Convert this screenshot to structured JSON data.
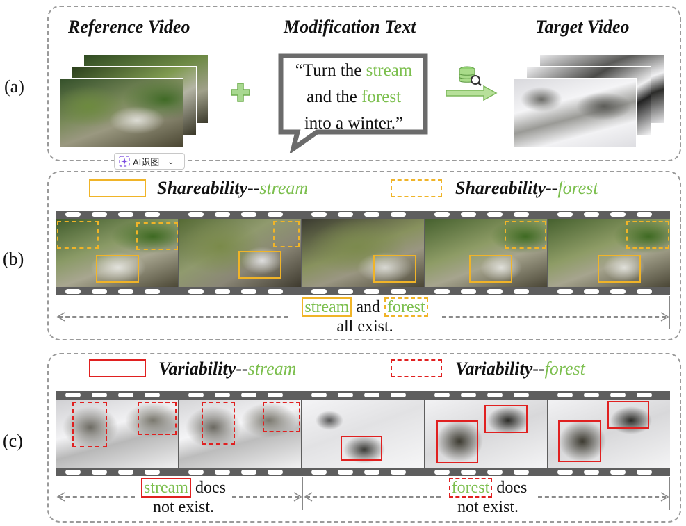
{
  "labels": {
    "a": "(a)",
    "b": "(b)",
    "c": "(c)"
  },
  "panel_a": {
    "reference_title": "Reference Video",
    "modification_title": "Modification Text",
    "target_title": "Target Video",
    "text_part1": "“Turn the ",
    "text_word1": "stream",
    "text_part2": "and the ",
    "text_word2": "forest",
    "text_part3": "into a winter.”",
    "ai_button_label": "AI识图"
  },
  "panel_b": {
    "legend1_prefix": "Shareability",
    "legend1_sep": "--",
    "legend1_word": "stream",
    "legend2_prefix": "Shareability",
    "legend2_sep": "--",
    "legend2_word": "forest",
    "caption_word1": "stream",
    "caption_and": "and",
    "caption_word2": "forest",
    "caption_line2": "all exist."
  },
  "panel_c": {
    "legend1_prefix": "Variability",
    "legend1_sep": "--",
    "legend1_word": "stream",
    "legend2_prefix": "Variability",
    "legend2_sep": "--",
    "legend2_word": "forest",
    "left_word": "stream",
    "left_rest": " does",
    "left_line2": "not exist.",
    "right_word": "forest",
    "right_rest": " does",
    "right_line2": "not exist."
  },
  "colors": {
    "green_text": "#7cbf4e",
    "yellow_box": "#f0b428",
    "red_box": "#e02020",
    "filmstrip": "#5e5e5e",
    "panel_border": "#9a9a9a"
  }
}
